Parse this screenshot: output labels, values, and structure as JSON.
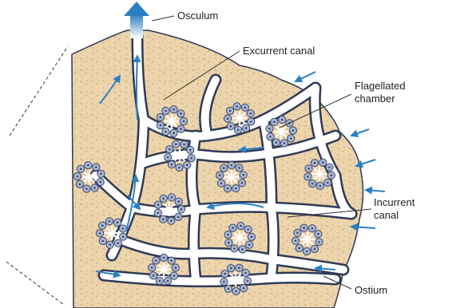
{
  "diagram": {
    "labels": {
      "osculum": "Osculum",
      "excurrent_canal": "Excurrent canal",
      "flagellated_chamber_line1": "Flagellated",
      "flagellated_chamber_line2": "chamber",
      "incurrent_canal_line1": "Incurrent",
      "incurrent_canal_line2": "canal",
      "ostium": "Ostium"
    },
    "colors": {
      "tissue": "#ecd4ad",
      "tissue_speckle": "#c9a97a",
      "canal_fill": "#ffffff",
      "canal_outline": "#2f3a57",
      "flow_arrow": "#2b7fc3",
      "cell_fill": "#a9b8d6",
      "cell_outline": "#3b4766",
      "leader_line": "#333333"
    }
  }
}
